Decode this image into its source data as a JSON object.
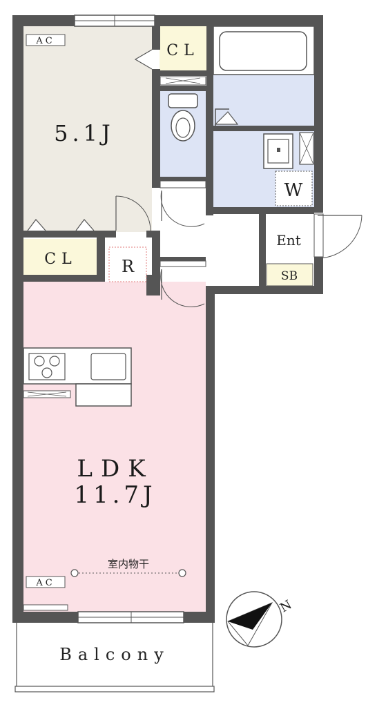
{
  "rooms": {
    "western_room": {
      "name": "5.1J",
      "size_text": "5.1J"
    },
    "ldk": {
      "name_line1": "LDK",
      "name_line2": "11.7J"
    }
  },
  "labels": {
    "ac_top": "AC",
    "ac_bottom": "AC",
    "closet_top": "CL",
    "closet_mid": "CL",
    "refrigerator": "R",
    "washer": "W",
    "entrance": "Ent",
    "shoe_box": "SB",
    "balcony": "Balcony",
    "indoor_drying": "室内物干",
    "compass_north": "N"
  },
  "colors": {
    "wall": "#555555",
    "western_room_floor": "#eeebe3",
    "ldk_floor": "#fbe1e6",
    "wet_area_floor": "#dde4f5",
    "closet_floor": "#fbf8da",
    "white": "#ffffff"
  }
}
